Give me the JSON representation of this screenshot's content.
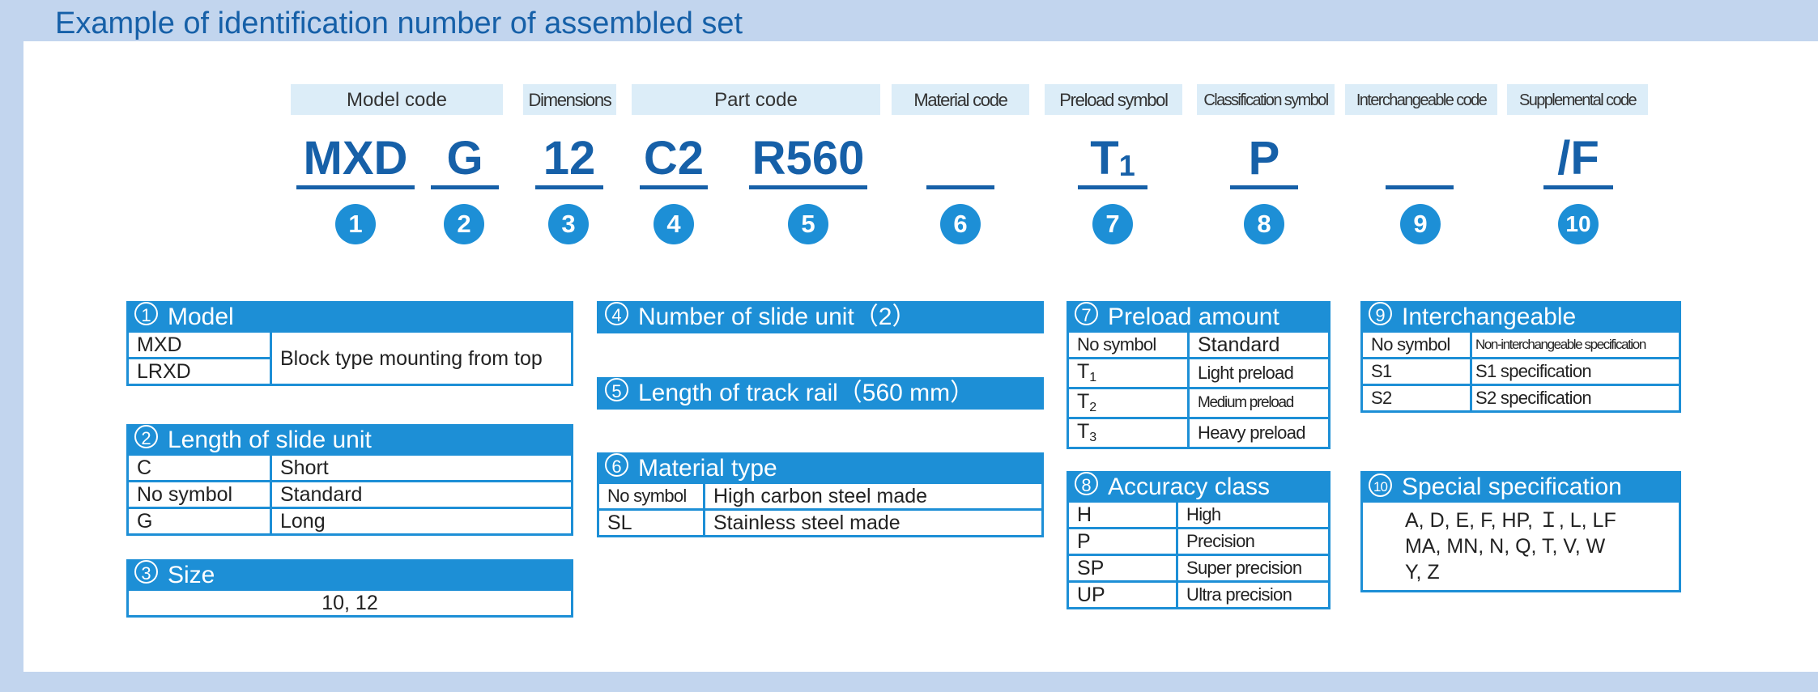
{
  "title": "Example of identification number of assembled set",
  "headers": {
    "model": "Model code",
    "dimensions": "Dimensions",
    "part": "Part code",
    "material": "Material code",
    "preload": "Preload symbol",
    "classification": "Classification symbol",
    "interchangeable": "Interchangeable code",
    "supplemental": "Supplemental code"
  },
  "codes": {
    "c1": "MXD",
    "c2": "G",
    "c3": "12",
    "c4": "C2",
    "c5": "R560",
    "c6": "",
    "c7_main": "T",
    "c7_sub": "1",
    "c8": "P",
    "c9": "",
    "c10": "/F"
  },
  "numbers": [
    "1",
    "2",
    "3",
    "4",
    "5",
    "6",
    "7",
    "8",
    "9",
    "10"
  ],
  "boxes": {
    "model": {
      "title": "Model",
      "rows": [
        [
          "MXD",
          "Block type mounting from top"
        ],
        [
          "LRXD",
          ""
        ]
      ]
    },
    "length_slide": {
      "title": "Length of slide unit",
      "rows": [
        [
          "C",
          "Short"
        ],
        [
          "No symbol",
          "Standard"
        ],
        [
          "G",
          "Long"
        ]
      ]
    },
    "size": {
      "title": "Size",
      "value": "10, 12"
    },
    "slide_count": {
      "title": "Number of slide unit（2）"
    },
    "track_rail": {
      "title": "Length of track rail（560 mm）"
    },
    "material": {
      "title": "Material type",
      "rows": [
        [
          "No symbol",
          "High carbon steel made"
        ],
        [
          "SL",
          "Stainless steel made"
        ]
      ]
    },
    "preload": {
      "title": "Preload amount",
      "rows": [
        {
          "code": "No symbol",
          "sub": "",
          "desc": "Standard"
        },
        {
          "code": "T",
          "sub": "1",
          "desc": "Light preload"
        },
        {
          "code": "T",
          "sub": "2",
          "desc": "Medium preload"
        },
        {
          "code": "T",
          "sub": "3",
          "desc": "Heavy preload"
        }
      ]
    },
    "accuracy": {
      "title": "Accuracy class",
      "rows": [
        [
          "H",
          "High"
        ],
        [
          "P",
          "Precision"
        ],
        [
          "SP",
          "Super precision"
        ],
        [
          "UP",
          "Ultra precision"
        ]
      ]
    },
    "interchangeable": {
      "title": "Interchangeable",
      "rows": [
        [
          "No symbol",
          "Non-interchangeable specification"
        ],
        [
          "S1",
          "S1 specification"
        ],
        [
          "S2",
          "S2 specification"
        ]
      ]
    },
    "special": {
      "title": "Special specification",
      "lines": [
        "A, D, E, F, HP, Ｉ, L, LF",
        "MA, MN, N, Q, T, V, W",
        "Y, Z"
      ]
    }
  },
  "colors": {
    "accent": "#1d8fd6",
    "code_text": "#1660a8",
    "header_bg": "#dcedf8",
    "frame": "#c2d5ee"
  }
}
